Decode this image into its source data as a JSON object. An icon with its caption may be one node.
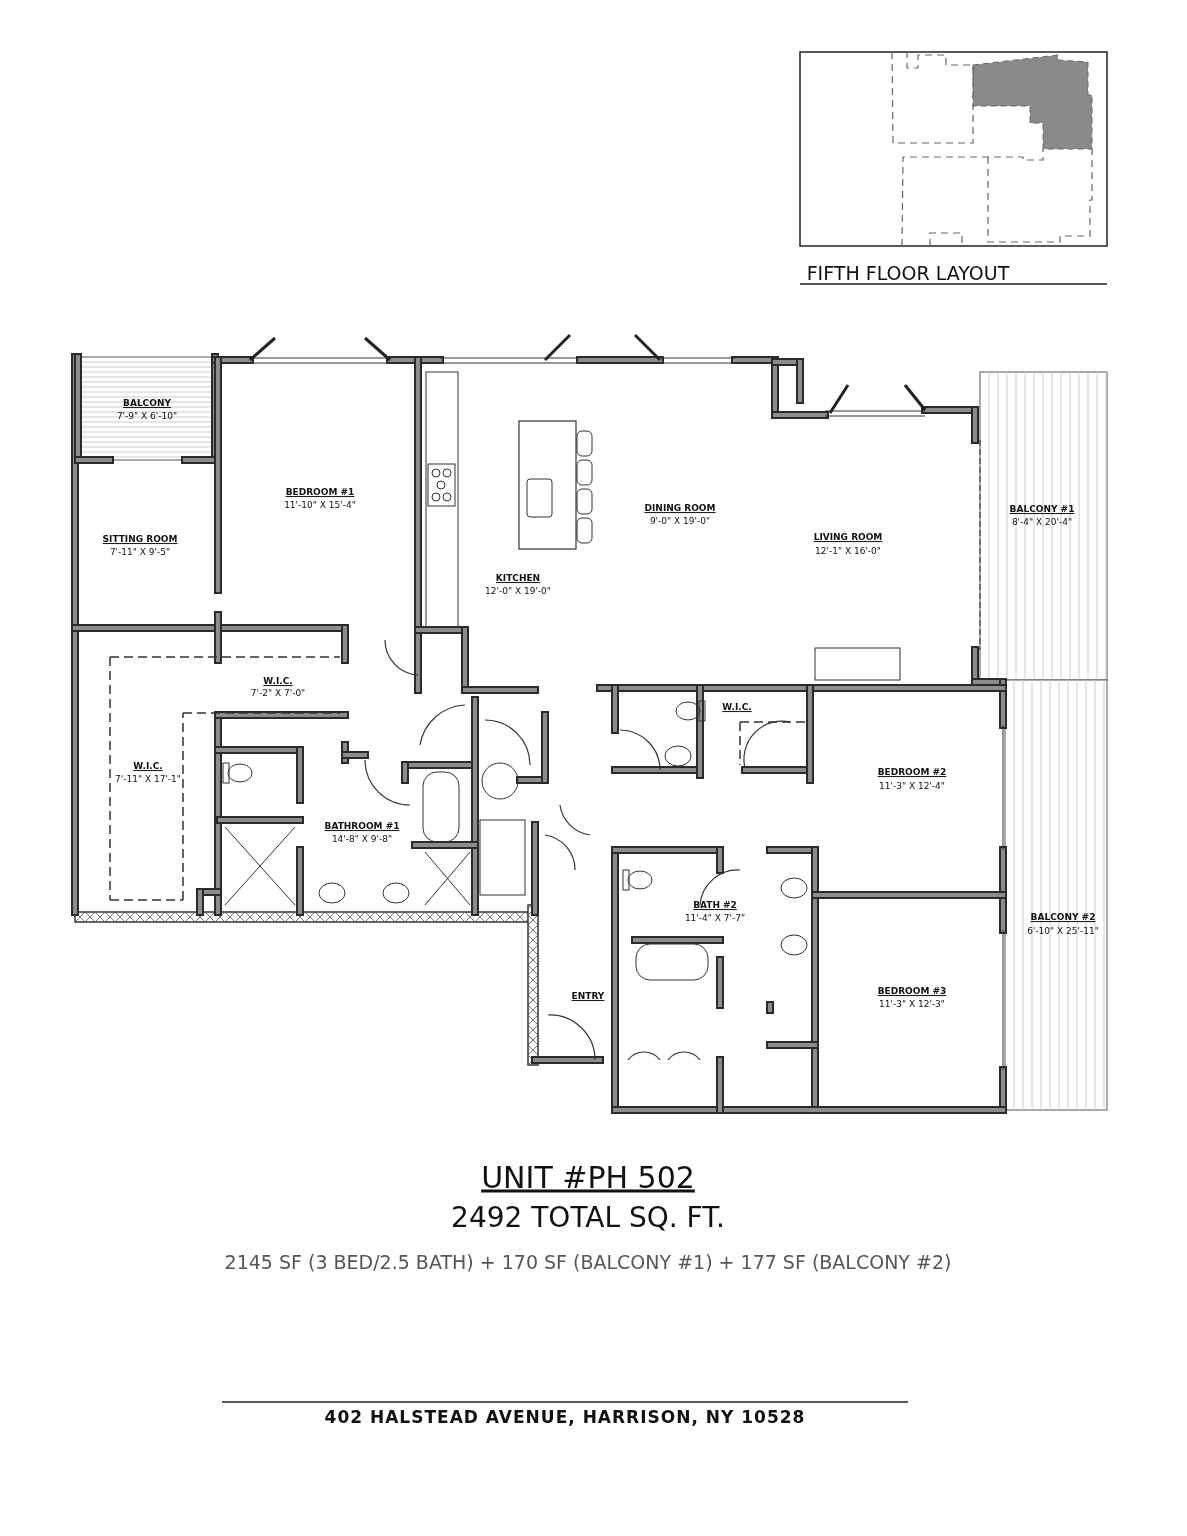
{
  "diagram": {
    "title": "UNIT #PH 502",
    "labels": [
      "BALCONY",
      "7'-9\" X 6'-10\"",
      "BEDROOM #1",
      "11'-10\" X 15'-4\"",
      "SITTING ROOM",
      "7'-11\" X 9'-5\"",
      "DINING ROOM",
      "9'-0\" X 19'-0\"",
      "LIVING ROOM",
      "12'-1\" X 16'-0\"",
      "BALCONY #1",
      "8'-4\" X 20'-4\"",
      "KITCHEN",
      "12'-0\" X 19'-0\"",
      "W.I.C.",
      "7'-2\" X 7'-0\"",
      "W.I.C.",
      "BEDROOM #2",
      "11'-3\" X 12'-4\"",
      "W.I.C.",
      "7'-11\" X 17'-1\"",
      "BATHROOM #1",
      "14'-8\" X 9'-8\"",
      "BATH #2",
      "11'-4\" X 7'-7\"",
      "BALCONY #2",
      "6'-10\" X 25'-11\"",
      "ENTRY",
      "BEDROOM #3",
      "11'-3\" X 12'-3\"",
      "FIFTH FLOOR LAYOUT",
      "2492 TOTAL SQ. FT.",
      "2145 SF (3 BED/2.5 BATH) + 170 SF (BALCONY #1) + 177 SF (BALCONY #2)",
      "402 HALSTEAD AVENUE, HARRISON, NY 10528"
    ]
  }
}
